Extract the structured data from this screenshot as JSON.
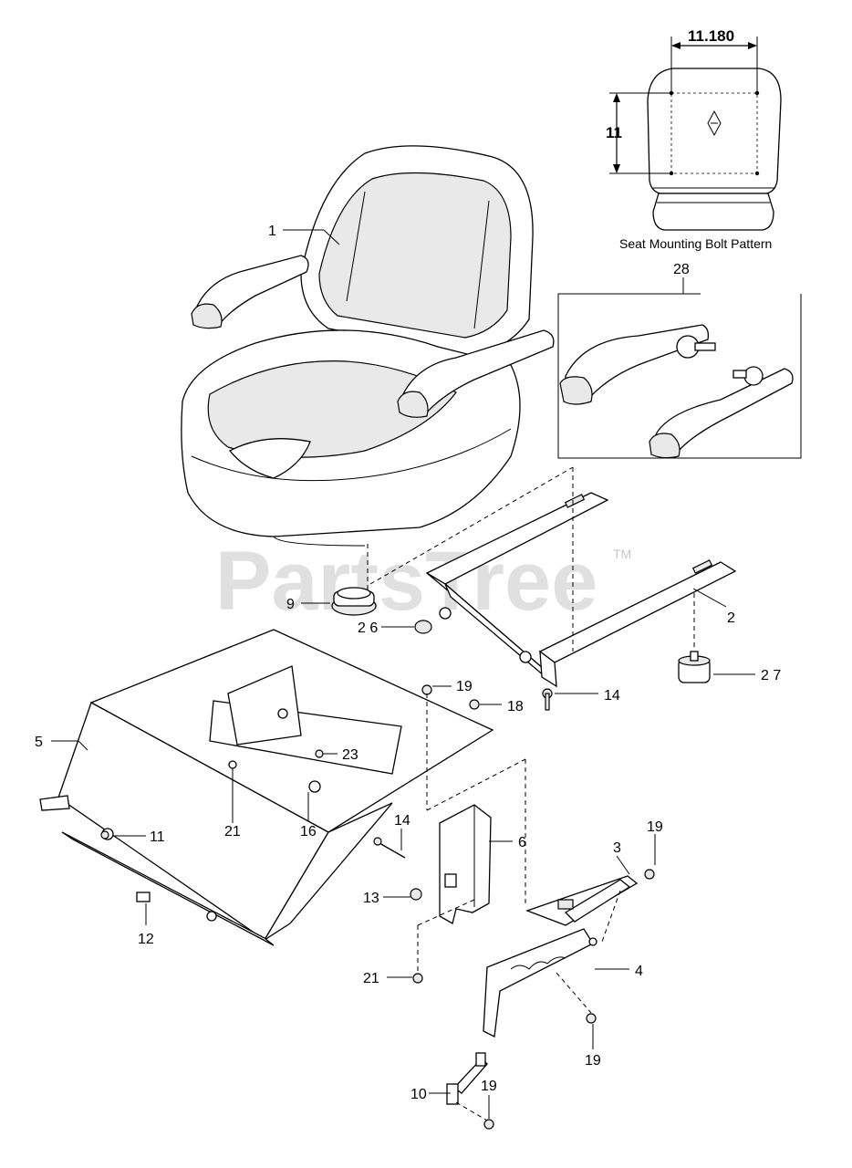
{
  "watermark": {
    "text": "PartsTree",
    "tm": "TM"
  },
  "inset": {
    "dim_width": "11.180",
    "dim_height": "11",
    "caption": "Seat Mounting Bolt Pattern"
  },
  "callouts": {
    "c1": "1",
    "c2": "2",
    "c3": "3",
    "c4": "4",
    "c5": "5",
    "c6": "6",
    "c9": "9",
    "c10": "10",
    "c11": "11",
    "c12": "12",
    "c13": "13",
    "c14a": "14",
    "c14b": "14",
    "c16": "16",
    "c18": "18",
    "c19a": "19",
    "c19b": "19",
    "c19c": "19",
    "c19d": "19",
    "c21a": "21",
    "c21b": "21",
    "c23": "23",
    "c26": "2 6",
    "c27": "2 7",
    "c28": "28"
  }
}
